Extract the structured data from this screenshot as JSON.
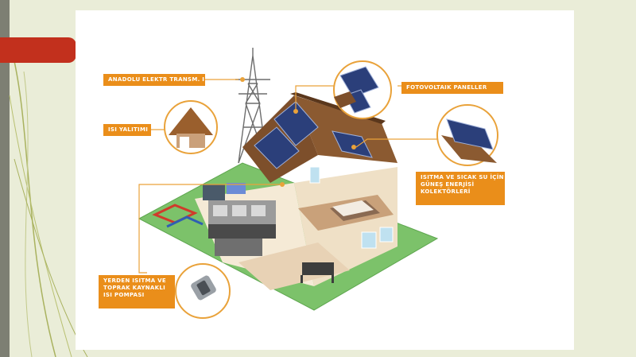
{
  "slide": {
    "accent_color": "#c2301d",
    "label_color": "#ea8e1a"
  },
  "labels": {
    "grid": "ANADOLU ELEKTR TRANSM. I",
    "insulation": "ISI YALITIMI",
    "pv": "FOTOVOLTAIK PANELLER",
    "thermal": "ISITMA VE SICAK SU İÇİN\nGÜNEŞ ENERJİSİ\nKOLEKTÖRLERİ",
    "heatpump": "YERDEN ISITMA VE\nTOPRAK KAYNAKLI\nISI POMPASI"
  },
  "icons": [
    "transmission-tower-icon",
    "solar-panel-icon",
    "house-icon",
    "heat-pump-icon"
  ]
}
